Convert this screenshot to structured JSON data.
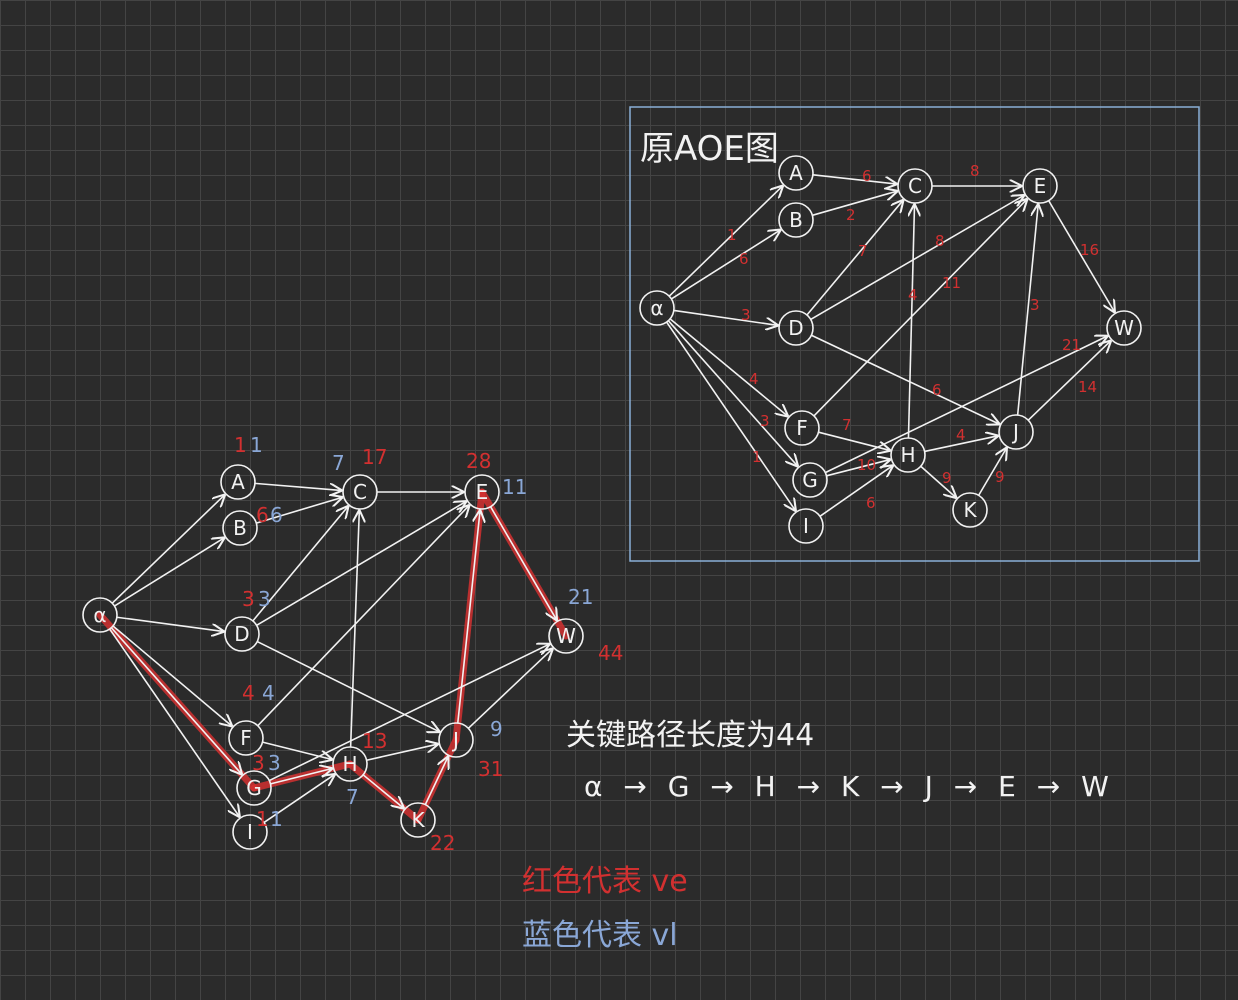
{
  "orig_box": {
    "title": "原AOE图",
    "nodes": [
      {
        "id": "A",
        "label": "A"
      },
      {
        "id": "B",
        "label": "B"
      },
      {
        "id": "C",
        "label": "C"
      },
      {
        "id": "D",
        "label": "D"
      },
      {
        "id": "E",
        "label": "E"
      },
      {
        "id": "W",
        "label": "W"
      },
      {
        "id": "F",
        "label": "F"
      },
      {
        "id": "G",
        "label": "G"
      },
      {
        "id": "H",
        "label": "H"
      },
      {
        "id": "J",
        "label": "J"
      },
      {
        "id": "K",
        "label": "K"
      },
      {
        "id": "I",
        "label": "I"
      },
      {
        "id": "alpha",
        "label": "α"
      }
    ],
    "edges": [
      {
        "from": "alpha",
        "to": "A",
        "w": "1"
      },
      {
        "from": "alpha",
        "to": "B",
        "w": "6"
      },
      {
        "from": "alpha",
        "to": "D",
        "w": "3"
      },
      {
        "from": "alpha",
        "to": "F",
        "w": "4"
      },
      {
        "from": "alpha",
        "to": "G",
        "w": "3"
      },
      {
        "from": "alpha",
        "to": "I",
        "w": "1"
      },
      {
        "from": "A",
        "to": "C",
        "w": "6"
      },
      {
        "from": "B",
        "to": "C",
        "w": "2"
      },
      {
        "from": "C",
        "to": "E",
        "w": "8"
      },
      {
        "from": "D",
        "to": "C",
        "w": "7"
      },
      {
        "from": "D",
        "to": "E",
        "w": "8"
      },
      {
        "from": "D",
        "to": "J",
        "w": "6"
      },
      {
        "from": "F",
        "to": "E",
        "w": "11"
      },
      {
        "from": "F",
        "to": "H",
        "w": "7"
      },
      {
        "from": "H",
        "to": "C",
        "w": "4"
      },
      {
        "from": "G",
        "to": "H",
        "w": "10"
      },
      {
        "from": "G",
        "to": "W",
        "w": "21"
      },
      {
        "from": "I",
        "to": "H",
        "w": "6"
      },
      {
        "from": "H",
        "to": "J",
        "w": "4"
      },
      {
        "from": "H",
        "to": "K",
        "w": "9"
      },
      {
        "from": "K",
        "to": "J",
        "w": "9"
      },
      {
        "from": "J",
        "to": "E",
        "w": "3"
      },
      {
        "from": "J",
        "to": "W",
        "w": "14"
      },
      {
        "from": "E",
        "to": "W",
        "w": "16"
      }
    ]
  },
  "left_graph": {
    "nodes": [
      {
        "id": "alpha",
        "label": "α"
      },
      {
        "id": "A",
        "label": "A"
      },
      {
        "id": "B",
        "label": "B"
      },
      {
        "id": "C",
        "label": "C"
      },
      {
        "id": "D",
        "label": "D"
      },
      {
        "id": "E",
        "label": "E"
      },
      {
        "id": "W",
        "label": "W"
      },
      {
        "id": "F",
        "label": "F"
      },
      {
        "id": "G",
        "label": "G"
      },
      {
        "id": "H",
        "label": "H"
      },
      {
        "id": "J",
        "label": "J"
      },
      {
        "id": "K",
        "label": "K"
      },
      {
        "id": "I",
        "label": "I"
      }
    ],
    "edges": [
      {
        "from": "alpha",
        "to": "A",
        "critical": false
      },
      {
        "from": "alpha",
        "to": "B",
        "critical": false
      },
      {
        "from": "alpha",
        "to": "D",
        "critical": false
      },
      {
        "from": "alpha",
        "to": "F",
        "critical": false
      },
      {
        "from": "alpha",
        "to": "G",
        "critical": true
      },
      {
        "from": "alpha",
        "to": "I",
        "critical": false
      },
      {
        "from": "A",
        "to": "C",
        "critical": false
      },
      {
        "from": "B",
        "to": "C",
        "critical": false
      },
      {
        "from": "C",
        "to": "E",
        "critical": false
      },
      {
        "from": "D",
        "to": "C",
        "critical": false
      },
      {
        "from": "D",
        "to": "E",
        "critical": false
      },
      {
        "from": "D",
        "to": "J",
        "critical": false
      },
      {
        "from": "F",
        "to": "E",
        "critical": false
      },
      {
        "from": "F",
        "to": "H",
        "critical": false
      },
      {
        "from": "H",
        "to": "C",
        "critical": false
      },
      {
        "from": "G",
        "to": "H",
        "critical": true
      },
      {
        "from": "G",
        "to": "W",
        "critical": false
      },
      {
        "from": "I",
        "to": "H",
        "critical": false
      },
      {
        "from": "H",
        "to": "J",
        "critical": false
      },
      {
        "from": "H",
        "to": "K",
        "critical": true
      },
      {
        "from": "K",
        "to": "J",
        "critical": true
      },
      {
        "from": "J",
        "to": "E",
        "critical": true
      },
      {
        "from": "J",
        "to": "W",
        "critical": false
      },
      {
        "from": "E",
        "to": "W",
        "critical": true
      }
    ],
    "annotations": [
      {
        "near": "A",
        "red": "1",
        "blue": "1"
      },
      {
        "near": "B",
        "red": "6",
        "blue": "6"
      },
      {
        "near": "C",
        "red": "17",
        "blue": "7"
      },
      {
        "near": "D",
        "red": "3",
        "blue": "3"
      },
      {
        "near": "E",
        "red": "28",
        "blue": "11"
      },
      {
        "near": "W",
        "red": "44",
        "blue": "21"
      },
      {
        "near": "F",
        "red": "4",
        "blue": "4"
      },
      {
        "near": "G",
        "red": "3",
        "blue": "3"
      },
      {
        "near": "H",
        "red": "13",
        "blue": "7"
      },
      {
        "near": "J",
        "red": "31",
        "blue": "9"
      },
      {
        "near": "K",
        "red": "22",
        "blue": ""
      },
      {
        "near": "I",
        "red": "1",
        "blue": "1"
      }
    ]
  },
  "notes": {
    "critical_length": "关键路径长度为44",
    "path_text": "α → G → H → K → J → E → W",
    "legend_red": "红色代表 ve",
    "legend_blue": "蓝色代表 vl"
  },
  "colors": {
    "background": "#2b2b2b",
    "grid": "#444444",
    "ink": "#f2f2f2",
    "red": "#d23030",
    "blue": "#8aa7d6",
    "box": "#8ab0d8"
  }
}
